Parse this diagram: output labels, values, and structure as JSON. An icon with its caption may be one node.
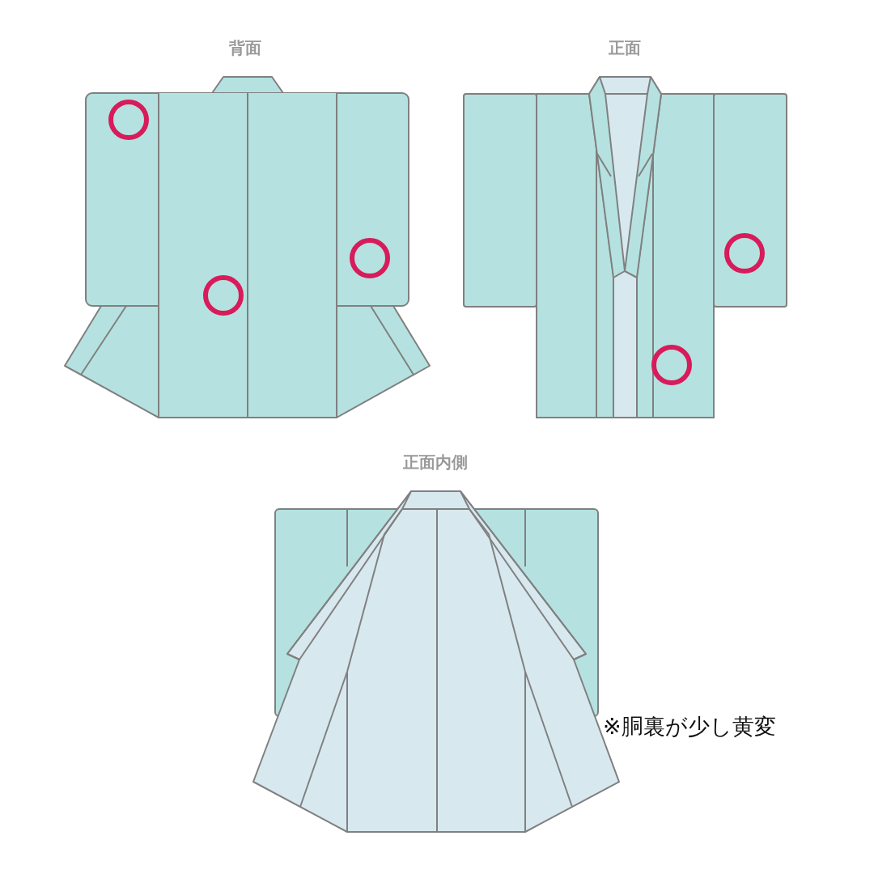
{
  "diagram": {
    "labels": [
      "背面",
      "正面",
      "正面内側",
      "※胴裏が少し黄変"
    ]
  }
}
